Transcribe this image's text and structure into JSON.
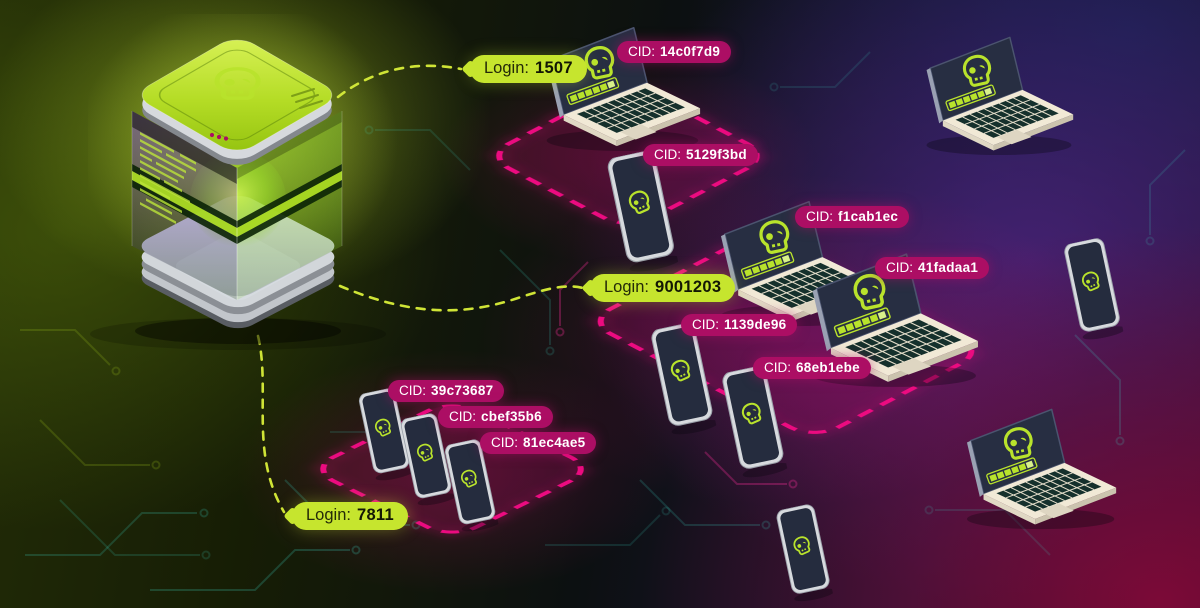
{
  "scene": {
    "subject": "botnet command-and-control illustration",
    "server_icon": "skull-icon",
    "device_icon": "skull-icon"
  },
  "colors": {
    "lime_accent": "#c6e52e",
    "magenta_pill": "#ac0e64",
    "dash_outline_pink": "#ec0b80",
    "screen_dark": "#272e42",
    "laptop_body": "#f1e9d6",
    "key_dark": "#15302c",
    "trace_teal": "#3ed8c6"
  },
  "groups": [
    {
      "login": {
        "label": "Login:",
        "value": "1507"
      },
      "devices": [
        {
          "type": "laptop",
          "cid_label": "CID:",
          "cid": "14c0f7d9"
        },
        {
          "type": "phone",
          "cid_label": "CID:",
          "cid": "5129f3bd"
        }
      ]
    },
    {
      "login": {
        "label": "Login:",
        "value": "9001203"
      },
      "devices": [
        {
          "type": "laptop",
          "cid_label": "CID:",
          "cid": "f1cab1ec"
        },
        {
          "type": "laptop",
          "cid_label": "CID:",
          "cid": "41fadaa1"
        },
        {
          "type": "phone",
          "cid_label": "CID:",
          "cid": "1139de96"
        },
        {
          "type": "phone",
          "cid_label": "CID:",
          "cid": "68eb1ebe"
        }
      ]
    },
    {
      "login": {
        "label": "Login:",
        "value": "7811"
      },
      "devices": [
        {
          "type": "phone",
          "cid_label": "CID:",
          "cid": "39c73687"
        },
        {
          "type": "phone",
          "cid_label": "CID:",
          "cid": "cbef35b6"
        },
        {
          "type": "phone",
          "cid_label": "CID:",
          "cid": "81ec4ae5"
        }
      ]
    }
  ],
  "unlabeled_devices": [
    {
      "type": "laptop",
      "position": "top-right"
    },
    {
      "type": "phone",
      "position": "middle-right"
    },
    {
      "type": "laptop",
      "position": "bottom-right"
    },
    {
      "type": "phone",
      "position": "bottom-center"
    }
  ]
}
